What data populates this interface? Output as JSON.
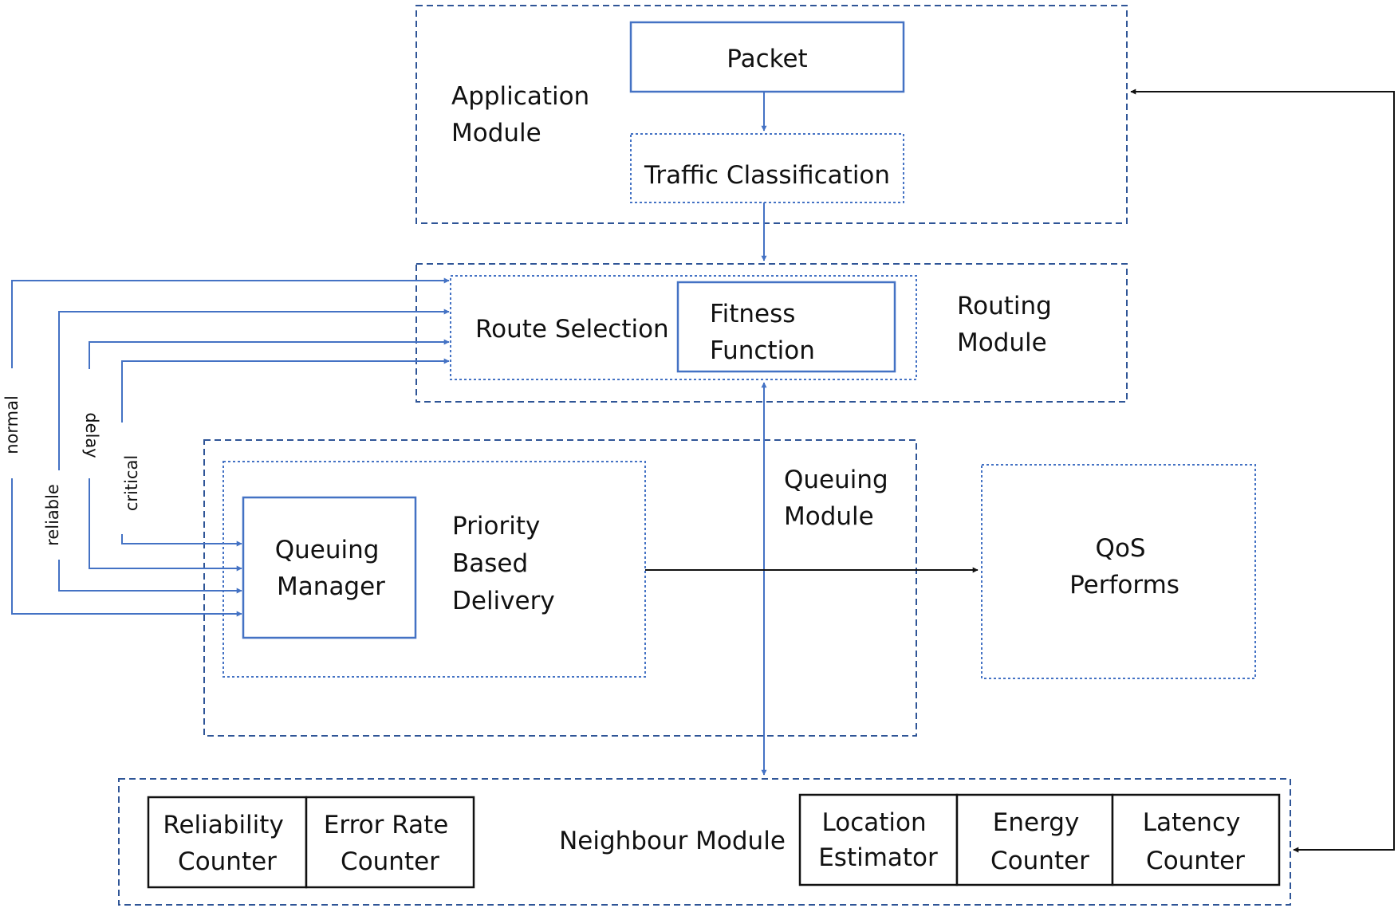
{
  "application_module": {
    "label_lines": [
      "Application",
      "Module"
    ],
    "packet": "Packet",
    "traffic_classification": "Traffic Classification"
  },
  "routing_module": {
    "label_lines": [
      "Routing",
      "Module"
    ],
    "route_selection": "Route Selection",
    "fitness_function_lines": [
      "Fitness",
      "Function"
    ]
  },
  "queuing_module": {
    "label_lines": [
      "Queuing",
      "Module"
    ],
    "queuing_manager_lines": [
      "Queuing",
      "Manager"
    ],
    "priority_delivery_lines": [
      "Priority",
      "Based",
      "Delivery"
    ]
  },
  "qos": {
    "label_lines": [
      "QoS",
      "Performs"
    ]
  },
  "neighbour_module": {
    "label": "Neighbour Module",
    "reliability_counter_lines": [
      "Reliability",
      "Counter"
    ],
    "error_rate_counter_lines": [
      "Error Rate",
      "Counter"
    ],
    "location_estimator_lines": [
      "Location",
      "Estimator"
    ],
    "energy_counter_lines": [
      "Energy",
      "Counter"
    ],
    "latency_counter_lines": [
      "Latency",
      "Counter"
    ]
  },
  "traffic_classes": [
    "normal",
    "reliable",
    "delay",
    "critical"
  ],
  "colors": {
    "blue": "#4472c4",
    "dark_blue": "#2f5597",
    "black": "#111111"
  }
}
